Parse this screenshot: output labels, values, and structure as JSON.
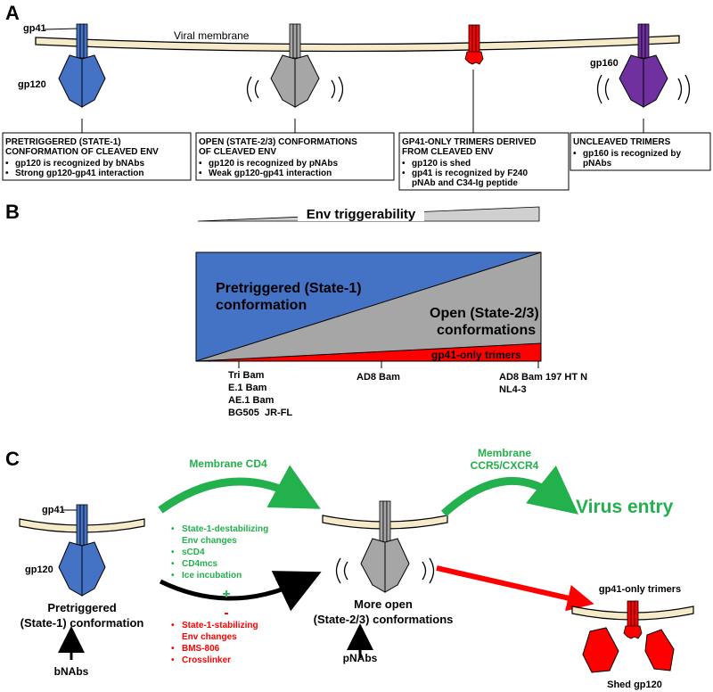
{
  "panelA": {
    "letter": "A",
    "labels": {
      "gp41": "gp41",
      "membrane": "Viral membrane",
      "gp120": "gp120",
      "gp160": "gp160"
    },
    "colors": {
      "blue": "#4472c4",
      "gray": "#a6a6a6",
      "red": "#ff0000",
      "purple": "#7030a0",
      "membrane": "#f5ebc9"
    },
    "boxes": [
      {
        "title": [
          "PRETRIGGERED (STATE-1)",
          "CONFORMATION OF CLEAVED ENV"
        ],
        "bullets": [
          [
            "gp120 is recognized by bNAbs"
          ],
          [
            "Strong gp120-gp41 interaction"
          ]
        ]
      },
      {
        "title": [
          "OPEN (STATE-2/3) CONFORMATIONS",
          "OF CLEAVED ENV"
        ],
        "bullets": [
          [
            "gp120 is recognized by pNAbs"
          ],
          [
            "Weak gp120-gp41 interaction"
          ]
        ]
      },
      {
        "title": [
          "GP41-ONLY TRIMERS DERIVED",
          "FROM CLEAVED ENV"
        ],
        "bullets": [
          [
            "gp120 is shed"
          ],
          [
            "gp41 is recognized by F240",
            "pNAb and C34-Ig peptide"
          ]
        ]
      },
      {
        "title": [
          "UNCLEAVED TRIMERS"
        ],
        "bullets": [
          [
            "gp160 is recognized by",
            "pNAbs"
          ]
        ]
      }
    ]
  },
  "panelB": {
    "letter": "B",
    "triggerability": "Env triggerability",
    "pretriggered": [
      "Pretriggered (State-1)",
      "conformation"
    ],
    "open": [
      "Open (State-2/3)",
      "conformations"
    ],
    "gp41only": "gp41-only trimers",
    "strains_left": [
      "Tri Bam",
      "E.1 Bam",
      "AE.1 Bam",
      "BG505  JR-FL"
    ],
    "strains_mid": [
      "AD8 Bam"
    ],
    "strains_right": [
      "AD8 Bam 197 HT N",
      "NL4-3"
    ],
    "colors": {
      "blue": "#4472c4",
      "gray": "#a6a6a6",
      "red": "#ff0000"
    }
  },
  "panelC": {
    "letter": "C",
    "gp41": "gp41",
    "gp120": "gp120",
    "membrane_cd4": "Membrane CD4",
    "membrane_coreceptor": [
      "Membrane",
      "CCR5/CXCR4"
    ],
    "virus_entry": "Virus entry",
    "state1_label": [
      "Pretriggered",
      "(State-1) conformation"
    ],
    "open_label": [
      "More open",
      "(State-2/3) conformations"
    ],
    "bnabs": "bNAbs",
    "pnabs": "pNAbs",
    "plus": "+",
    "minus": "-",
    "green_items": [
      [
        "State-1-destabilizing",
        "Env changes"
      ],
      [
        "sCD4"
      ],
      [
        "CD4mcs"
      ],
      [
        "Ice incubation"
      ]
    ],
    "red_items": [
      [
        "State-1-stabilizing",
        "Env changes"
      ],
      [
        "BMS-806"
      ],
      [
        "Crosslinker"
      ]
    ],
    "gp41_only_trimers": "gp41-only trimers",
    "shed_gp120": "Shed gp120",
    "colors": {
      "green": "#22b14c",
      "red": "#ff0000",
      "blue": "#4472c4",
      "gray": "#a6a6a6"
    }
  }
}
